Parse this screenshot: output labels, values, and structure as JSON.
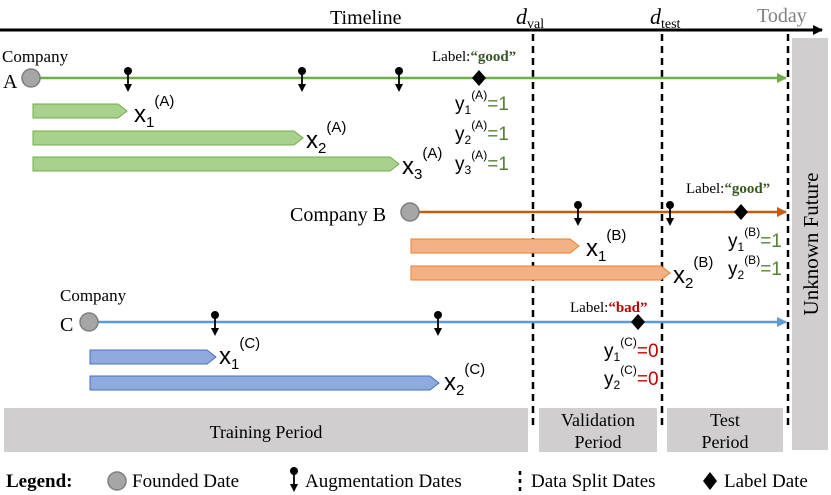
{
  "timeline": {
    "label": "Timeline",
    "today": "Today",
    "d_val": {
      "base": "d",
      "sub": "val"
    },
    "d_test": {
      "base": "d",
      "sub": "test"
    }
  },
  "companies": [
    {
      "id": "A",
      "name_line1": "Company",
      "name_line2": "A",
      "color": "#70ad47",
      "bar_fill": "#a9d18e",
      "bar_stroke": "#70ad47",
      "label_prefix": "Label:",
      "label_value": "“good”",
      "label_color": "#385723",
      "samples": [
        {
          "x": "x",
          "sub": "1",
          "sup": "(A)"
        },
        {
          "x": "x",
          "sub": "2",
          "sup": "(A)"
        },
        {
          "x": "x",
          "sub": "3",
          "sup": "(A)"
        }
      ],
      "ys": [
        {
          "y": "y",
          "sub": "1",
          "sup": "(A)",
          "eq": "=1"
        },
        {
          "y": "y",
          "sub": "2",
          "sup": "(A)",
          "eq": "=1"
        },
        {
          "y": "y",
          "sub": "3",
          "sup": "(A)",
          "eq": "=1"
        }
      ]
    },
    {
      "id": "B",
      "name_line1": "Company B",
      "color": "#c55a11",
      "bar_fill": "#f4b183",
      "bar_stroke": "#ed7d31",
      "label_prefix": "Label:",
      "label_value": "“good”",
      "label_color": "#385723",
      "samples": [
        {
          "x": "x",
          "sub": "1",
          "sup": "(B)"
        },
        {
          "x": "x",
          "sub": "2",
          "sup": "(B)"
        }
      ],
      "ys": [
        {
          "y": "y",
          "sub": "1",
          "sup": "(B)",
          "eq": "=1"
        },
        {
          "y": "y",
          "sub": "2",
          "sup": "(B)",
          "eq": "=1"
        }
      ]
    },
    {
      "id": "C",
      "name_line1": "Company",
      "name_line2": "C",
      "color": "#5b9bd5",
      "bar_fill": "#8faadc",
      "bar_stroke": "#4472c4",
      "label_prefix": "Label:",
      "label_value": "“bad”",
      "label_color": "#c00000",
      "samples": [
        {
          "x": "x",
          "sub": "1",
          "sup": "(C)"
        },
        {
          "x": "x",
          "sub": "2",
          "sup": "(C)"
        }
      ],
      "ys": [
        {
          "y": "y",
          "sub": "1",
          "sup": "(C)",
          "eq": "=0"
        },
        {
          "y": "y",
          "sub": "2",
          "sup": "(C)",
          "eq": "=0"
        }
      ]
    }
  ],
  "periods": {
    "training": "Training Period",
    "validation_line1": "Validation",
    "validation_line2": "Period",
    "test_line1": "Test",
    "test_line2": "Period",
    "unknown_future": "Unknown Future"
  },
  "legend": {
    "title": "Legend:",
    "founded": "Founded Date",
    "augmentation": "Augmentation Dates",
    "split": "Data Split Dates",
    "label": "Label Date"
  },
  "colors": {
    "gray_box": "#d0cece",
    "today_text": "#808080",
    "green_text": "#548235",
    "red_text": "#c00000"
  }
}
